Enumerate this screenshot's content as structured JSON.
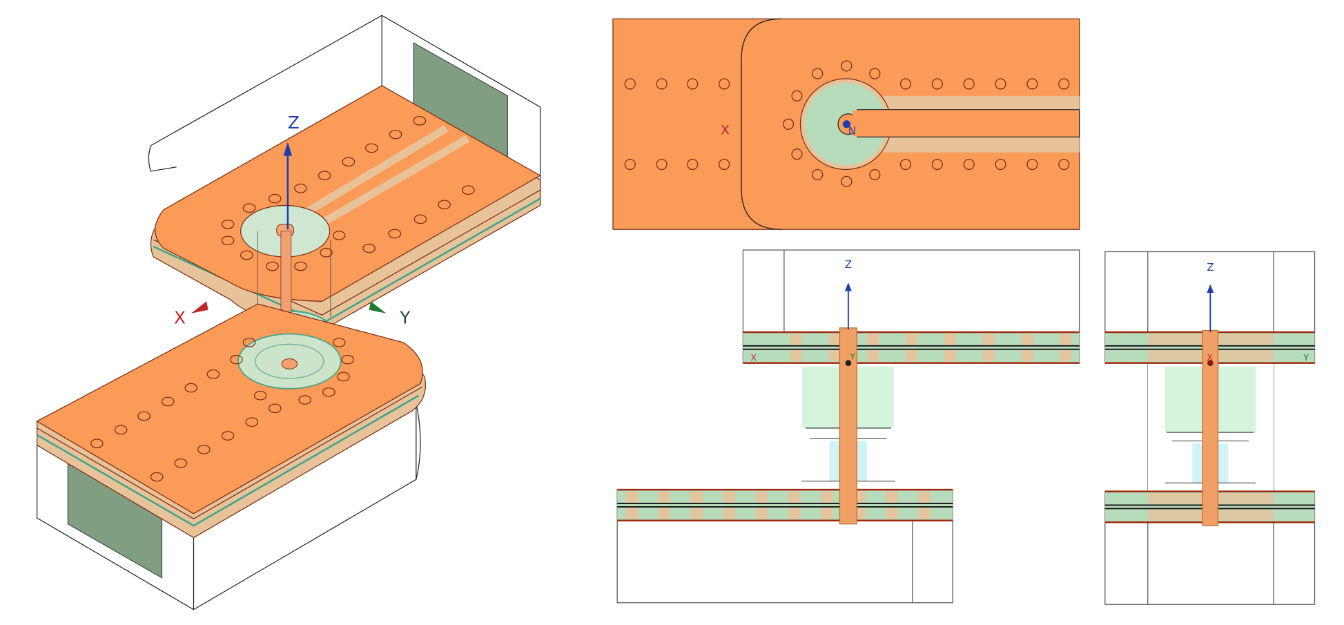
{
  "colors": {
    "copper": "#fb9b58",
    "tan": "#e8c39a",
    "dielectric": "#b7dcbc",
    "port": "#7f9e82",
    "axis_x": "#c0262b",
    "axis_y": "#1f7a2f",
    "axis_z": "#1c3fb0",
    "outline": "#7a2a10"
  },
  "iso_view": {
    "axis_z": "Z",
    "axis_x": "X",
    "axis_y": "Y"
  },
  "top_view": {
    "axis_x": "X",
    "axis_marker": "N"
  },
  "side_view_xz": {
    "axis_z": "Z",
    "axis_x": "X",
    "axis_y": "Y"
  },
  "side_view_yz": {
    "axis_z": "Z",
    "axis_x": "X",
    "axis_y": "Y"
  }
}
